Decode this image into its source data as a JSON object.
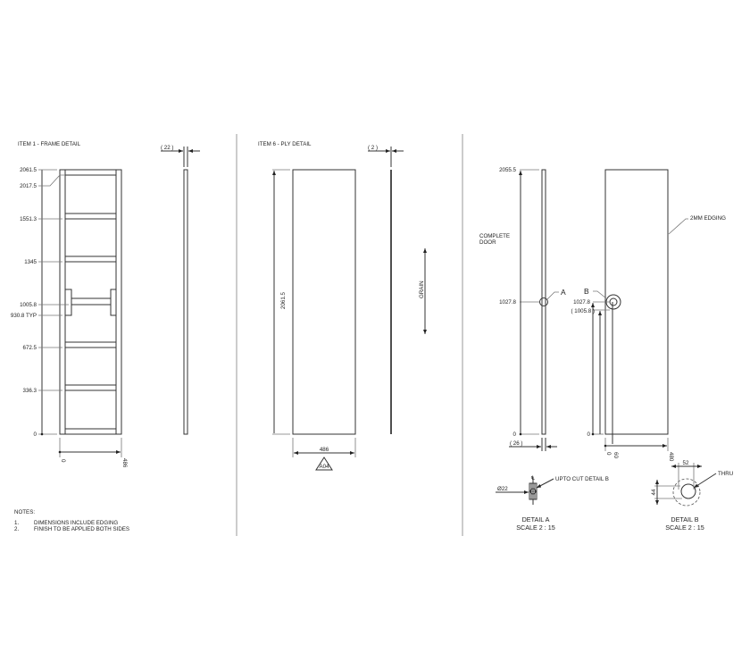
{
  "sheet": {
    "sections": [
      {
        "title": "ITEM 1 - FRAME DETAIL",
        "thickness_dim": "( 22 )",
        "vertical_dims": [
          "2061.5",
          "2017.5",
          "1551.3",
          "1345",
          "1005.8",
          "930.8 TYP",
          "672.5",
          "336.3",
          "0"
        ],
        "horizontal_dims": [
          "0",
          "486"
        ]
      },
      {
        "title": "ITEM 6 - PLY DETAIL",
        "thickness_dim": "( 2 )",
        "height_dim": "2061.5",
        "width_dim": "486",
        "grain_label": "GRAIN",
        "revision_tag": "A04"
      },
      {
        "label": "COMPLETE\nDOOR",
        "label_line1": "COMPLETE",
        "label_line2": "DOOR",
        "side_view": {
          "height_dims": [
            "2055.5",
            "1027.8",
            "0"
          ],
          "thickness_dim": "( 26 )",
          "callout": "A"
        },
        "front_view": {
          "callout": "B",
          "edging_note": "2MM EDGING",
          "vertical_dims": [
            "1027.8",
            "( 1005.8 )",
            "0"
          ],
          "horizontal_dims": [
            "0",
            "60",
            "480"
          ]
        }
      }
    ],
    "details": [
      {
        "title": "DETAIL A",
        "scale": "SCALE 2 : 15",
        "diameter": "Ø22",
        "centerline": "℄",
        "note": "UPTO CUT DETAIL B"
      },
      {
        "title": "DETAIL B",
        "scale": "SCALE 2 : 15",
        "width_dim": "52",
        "height_dim": "44",
        "note": "THRU"
      }
    ],
    "notes": {
      "heading": "NOTES:",
      "items": [
        {
          "num": "1.",
          "text": "DIMENSIONS INCLUDE EDGING"
        },
        {
          "num": "2.",
          "text": "FINISH TO BE APPLIED BOTH SIDES"
        }
      ]
    }
  }
}
